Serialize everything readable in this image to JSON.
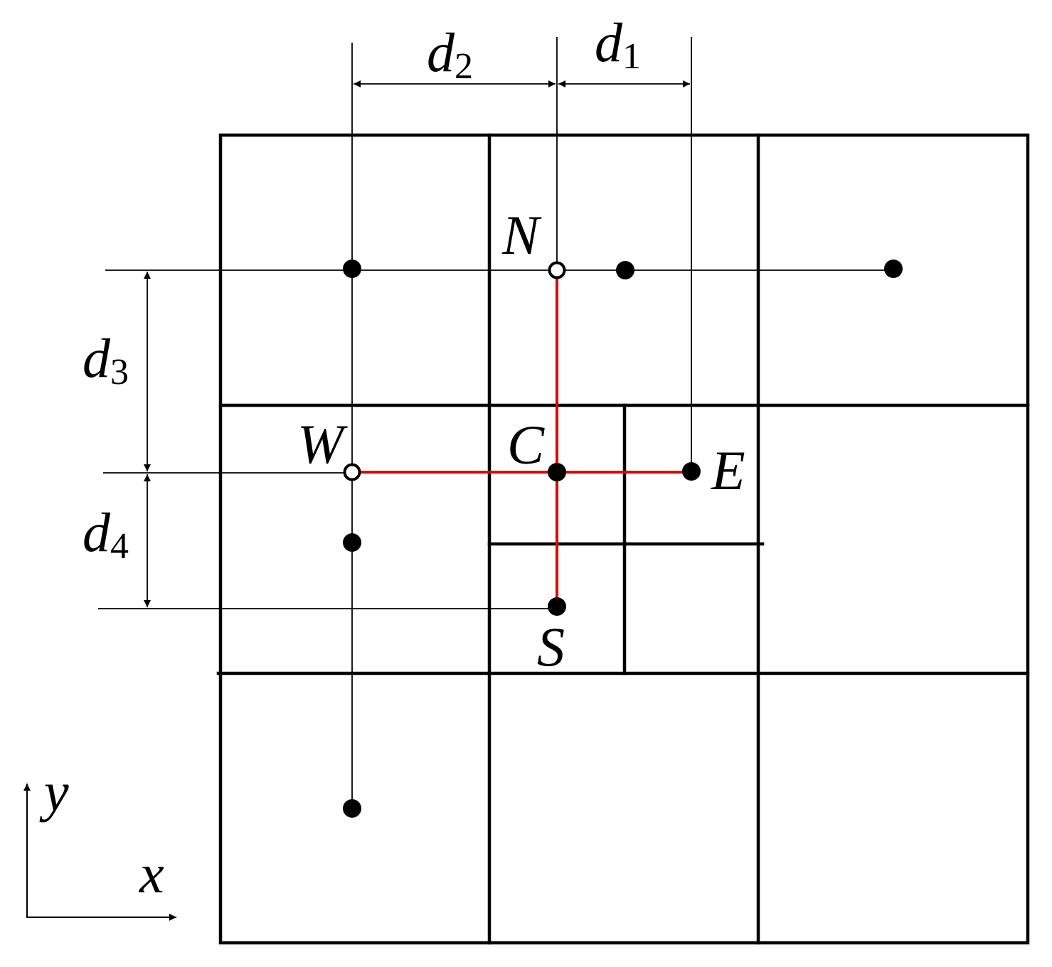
{
  "figure": {
    "nodes": {
      "N": "N",
      "W": "W",
      "C": "C",
      "E": "E",
      "S": "S"
    },
    "dimensions": {
      "d1": {
        "base": "d",
        "sub": "1"
      },
      "d2": {
        "base": "d",
        "sub": "2"
      },
      "d3": {
        "base": "d",
        "sub": "3"
      },
      "d4": {
        "base": "d",
        "sub": "4"
      }
    },
    "axes": {
      "x": "x",
      "y": "y"
    },
    "colors": {
      "stencil": "#e60000",
      "grid": "#000000"
    }
  }
}
